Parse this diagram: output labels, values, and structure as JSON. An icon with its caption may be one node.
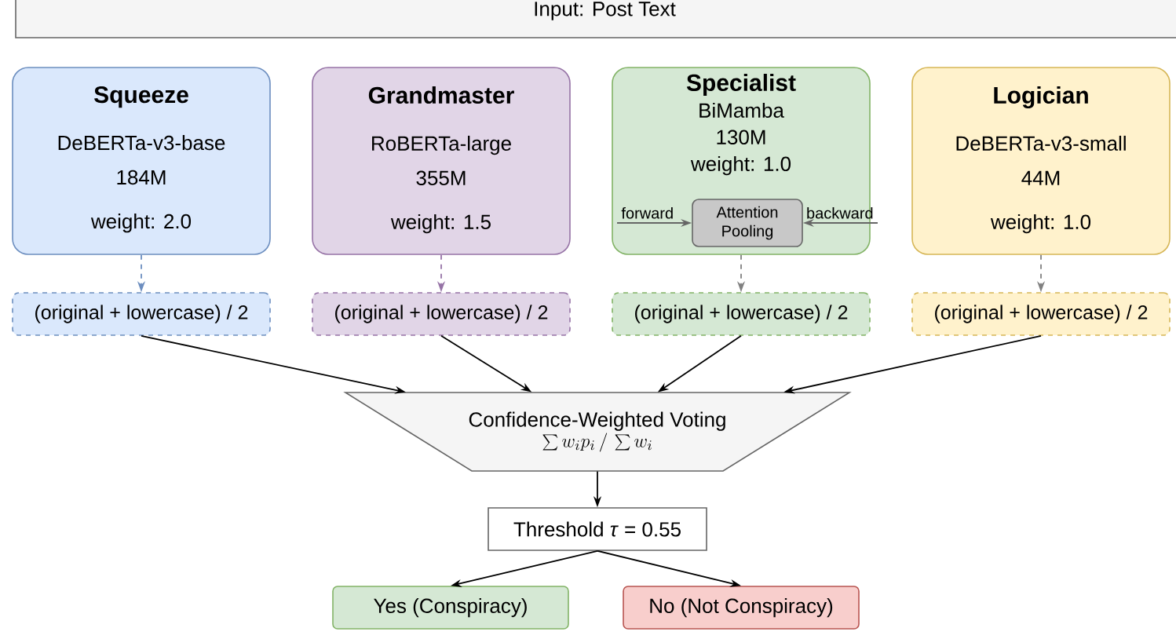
{
  "diagram": {
    "nodes": [
      {
        "text": [
          "Input: Post Text"
        ]
      },
      {
        "text": [
          "Squeeze",
          "DeBERTa-v3-base",
          "184M",
          "weight: 2.0"
        ]
      },
      {
        "text": [
          "Grandmaster",
          "RoBERTa-large",
          "355M",
          "weight: 1.5"
        ]
      },
      {
        "text": [
          "Specialist",
          "BiMamba",
          "130M",
          "weight: 1.0"
        ]
      },
      {
        "text": [
          "forward"
        ],
        "in": 3
      },
      {
        "text": [
          "Attention Pooling"
        ],
        "in": 3
      },
      {
        "text": [
          "backward"
        ],
        "in": 3
      },
      {
        "text": [
          "Logician",
          "DeBERTa-v3-small",
          "44M",
          "weight: 1.0"
        ]
      },
      {
        "text": [
          "(original + lowercase) / 2"
        ]
      },
      {
        "text": [
          "(original + lowercase) / 2"
        ]
      },
      {
        "text": [
          "(original + lowercase) / 2"
        ]
      },
      {
        "text": [
          "(original + lowercase) / 2"
        ]
      },
      {
        "text": [
          "Confidence-Weighted Voting",
          "\\sum w_i p_i \\,/\\, \\sum w_i"
        ]
      },
      {
        "text": [
          "Threshold *τ* = 0.55"
        ]
      },
      {
        "text": [
          "Yes (Conspiracy)"
        ]
      },
      {
        "text": [
          "No (Not Conspiracy)"
        ]
      }
    ],
    "edges": [
      {
        "from": 4,
        "to": 5,
        "arrow": "to",
        "color": "#666666"
      },
      {
        "from": 6,
        "to": 5,
        "arrow": "to",
        "color": "#666666"
      },
      {
        "from": 1,
        "to": 8,
        "arrow": "to",
        "style": "dashed",
        "color": "#6c8ebf"
      },
      {
        "from": 2,
        "to": 9,
        "arrow": "to",
        "style": "dashed",
        "color": "#9673a6"
      },
      {
        "from": 3,
        "to": 10,
        "arrow": "to",
        "style": "dashed",
        "color": "#808080"
      },
      {
        "from": 7,
        "to": 11,
        "arrow": "to",
        "style": "dashed",
        "color": "#808080"
      },
      {
        "from": 8,
        "to": 12,
        "arrow": "to"
      },
      {
        "from": 9,
        "to": 12,
        "arrow": "to"
      },
      {
        "from": 10,
        "to": 12,
        "arrow": "to"
      },
      {
        "from": 11,
        "to": 12,
        "arrow": "to"
      },
      {
        "from": 12,
        "to": 13,
        "arrow": "to"
      },
      {
        "from": 13,
        "to": 14,
        "arrow": "to"
      },
      {
        "from": 13,
        "to": 15,
        "arrow": "to"
      }
    ]
  }
}
